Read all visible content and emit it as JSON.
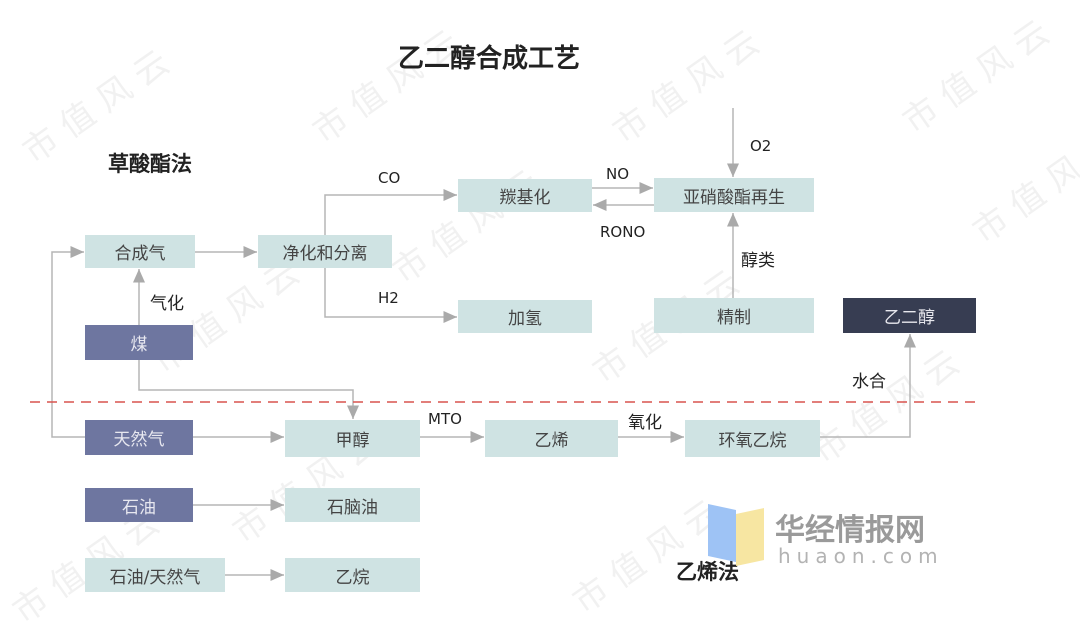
{
  "title": "乙二醇合成工艺",
  "sections": {
    "oxalate": "草酸酯法",
    "ethylene": "乙烯法"
  },
  "nodes": {
    "syngas": "合成气",
    "purify": "净化和分离",
    "carbonylation": "羰基化",
    "nitrite_regen": "亚硝酸酯再生",
    "hydrogenation": "加氢",
    "refine": "精制",
    "glycol": "乙二醇",
    "coal": "煤",
    "natural_gas": "天然气",
    "methanol": "甲醇",
    "ethylene": "乙烯",
    "ethylene_oxide": "环氧乙烷",
    "petroleum": "石油",
    "naphtha": "石脑油",
    "petroleum_gas": "石油/天然气",
    "ethane": "乙烷"
  },
  "edge_labels": {
    "co": "CO",
    "h2": "H2",
    "no": "NO",
    "rono": "RONO",
    "o2": "O2",
    "alcohols": "醇类",
    "gasify": "气化",
    "mto": "MTO",
    "oxidation": "氧化",
    "hydration": "水合"
  },
  "watermark": "市值风云",
  "logo": {
    "name": "华经情报网",
    "url": "huaon.com"
  },
  "colors": {
    "process": "#cfe3e3",
    "source": "#6e76a0",
    "product": "#373d52",
    "divider": "#d9534f"
  }
}
